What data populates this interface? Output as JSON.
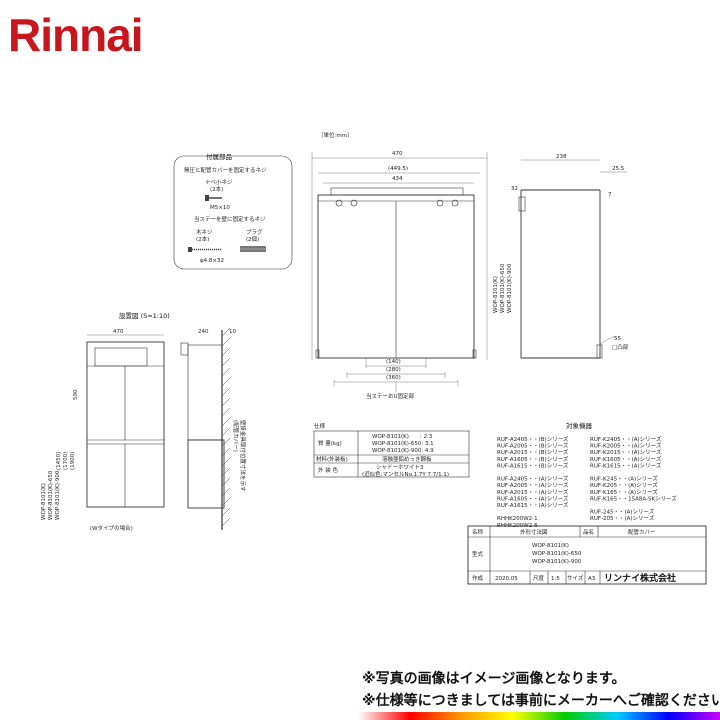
{
  "brand": {
    "logo": "Rinnai",
    "color": "#c8161e"
  },
  "notes": [
    "※写真の画像はイメージ画像となります。",
    "※仕様等につきましては事前にメーカーへご確認ください。"
  ],
  "drawing": {
    "unit_label": "［単位:mm］",
    "accessories": {
      "title": "付属部品",
      "line1": "無圧と配管カバーを固定するネジ",
      "screw1_name": "ナベ小ネジ",
      "screw1_qty": "(2本)",
      "screw1_size": "M5×10",
      "line2": "当ステーを壁に固定するネジ",
      "screw2_name": "木ネジ",
      "screw2_qty": "(2本)",
      "plug_name": "プラグ",
      "plug_qty": "(2個)",
      "screw2_size": "φ4.8×32"
    },
    "front": {
      "dim_470": "470",
      "dim_449": "(449.5)",
      "dim_434": "434",
      "dim_140": "(140)",
      "dim_280": "(280)",
      "dim_360": "(360)",
      "stay_label": "当ステーおU固定部",
      "h_labels": [
        "WOP-8101(K)",
        "WOP-8101(K)-650",
        "WOP-8101(K)-900"
      ]
    },
    "side": {
      "dim_238": "238",
      "dim_25": "25.5",
      "dim_32": "32",
      "dim_7": "7",
      "dim_55": "55",
      "label_55": "□凸部"
    },
    "install": {
      "title": "設置図 (S=1:10)",
      "dim_470": "470",
      "dim_240": "240",
      "dim_10": "10",
      "dim_590": "590",
      "dim_h1": "(1450)",
      "dim_h2": "(1700)",
      "dim_h3": "(1900)",
      "wall_label": "壁掛金具取付位置寸法を示す",
      "v_label": "(配管カバー)",
      "footnote": "(Wタイプの場合)",
      "h_labels": [
        "WOP-8101(K)",
        "WOP-8101(K)-650",
        "WOP-8101(K)-900"
      ]
    },
    "spec": {
      "title": "仕様",
      "rows": [
        {
          "label": "質 量(kg)",
          "values": [
            "WOP-8101(K)　　: 2.3",
            "WOP-8101(K)-650: 3.1",
            "WOP-8101(K)-900: 4.9"
          ]
        },
        {
          "label": "材料(外装板)",
          "values": [
            "溶融亜鉛めっき鋼板"
          ]
        },
        {
          "label": "外 装 色",
          "values": [
            "シャドーホワイト3",
            "(近似色:マンセルNo.1.7Y 7.7/1.1)"
          ]
        }
      ]
    },
    "targets": {
      "title": "対象機器",
      "col1": [
        "RUF-A2405・・(B)シリーズ",
        "RUF-A2005・・(B)シリーズ",
        "RUF-A2015・・(B)シリーズ",
        "RUF-A1605・・(B)シリーズ",
        "RUF-A1615・・(B)シリーズ",
        "",
        "RUF-A2405・・(A)シリーズ",
        "RUF-A2005・・(A)シリーズ",
        "RUF-A2015・・(A)シリーズ",
        "RUF-A1605・・(A)シリーズ",
        "RUF-A1615・・(A)シリーズ",
        "",
        "RHHK200W2-1",
        "RHHK200W2-6"
      ],
      "col2": [
        "RUF-K2405・・(A)シリーズ",
        "RUF-K2005・・(A)シリーズ",
        "RUF-K2015・・(A)シリーズ",
        "RUF-K1605・・(A)シリーズ",
        "RUF-K1615・・(A)シリーズ",
        "",
        "RUF-K245・・(A)シリーズ",
        "RUF-K205・・(A)シリーズ",
        "RUF-K165・・(A)シリーズ",
        "RUF-K165・・15A8A-SKシリーズ",
        "",
        "RUF-245・・(A)シリーズ",
        "RUF-205・・(A)シリーズ"
      ]
    },
    "title_block": {
      "name_label": "名称",
      "name_value": "外形寸法図",
      "part_label": "品名",
      "part_value": "配管カバー",
      "model_label": "型式",
      "models": [
        "WOP-8101(K)",
        "WOP-8101(K)-650",
        "WOP-8101(K)-900"
      ],
      "date_label": "作成",
      "date": "2020.05",
      "scale_label": "尺度",
      "scale": "1:5",
      "size_label": "サイズ",
      "size": "A3",
      "company": "リンナイ株式会社"
    }
  }
}
